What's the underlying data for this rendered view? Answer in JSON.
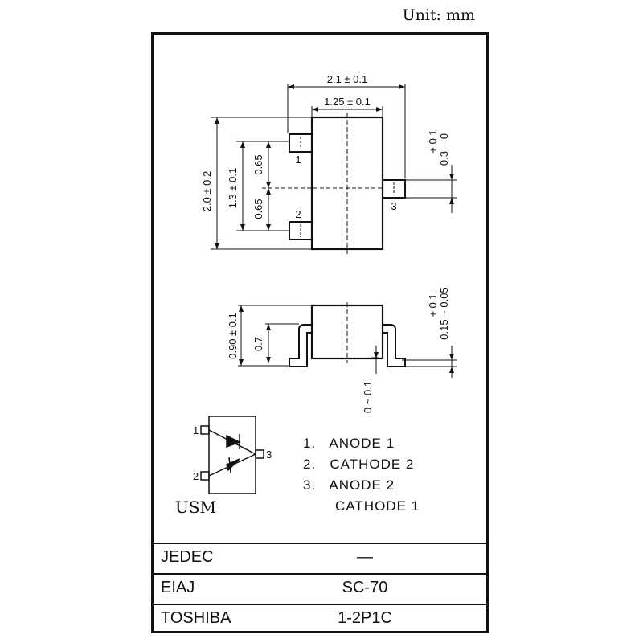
{
  "unit_label": "Unit: mm",
  "top_view": {
    "dim_width_total": "2.1 ± 0.1",
    "dim_body_width": "1.25 ± 0.1",
    "dim_height_total": "2.0 ± 0.2",
    "dim_pin_span": "1.3 ± 0.1",
    "dim_pitch_upper": "0.65",
    "dim_pitch_lower": "0.65",
    "dim_lead_w_tol": "+ 0.1",
    "dim_lead_w_nom": "0.3 − 0",
    "pin1": "1",
    "pin2": "2",
    "pin3": "3"
  },
  "side_view": {
    "dim_height": "0.90 ± 0.1",
    "dim_inner": "0.7",
    "dim_standoff": "0 ~ 0.1",
    "dim_lead_t_tol": "+ 0.1",
    "dim_lead_t_nom": "0.15 ~ 0.05"
  },
  "schematic": {
    "pin1": "1",
    "pin2": "2",
    "pin3": "3",
    "package_name": "USM"
  },
  "pin_legend": [
    "1.   ANODE 1",
    "2.   CATHODE 2",
    "3.   ANODE 2",
    "       CATHODE 1"
  ],
  "standards": [
    {
      "label": "JEDEC",
      "value": "—"
    },
    {
      "label": "EIAJ",
      "value": "SC-70"
    },
    {
      "label": "TOSHIBA",
      "value": "1-2P1C"
    }
  ]
}
